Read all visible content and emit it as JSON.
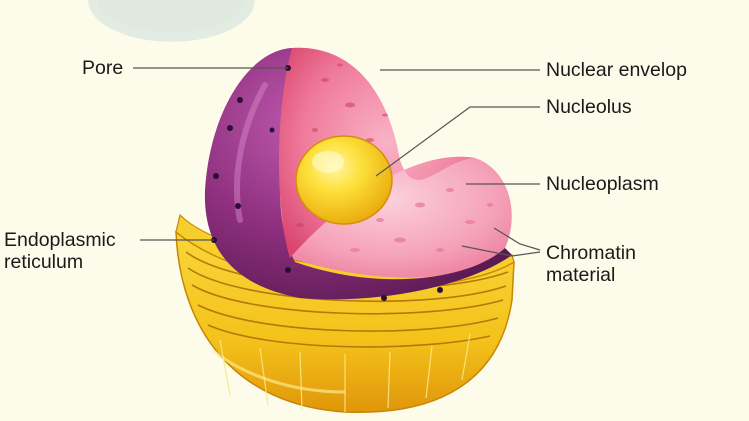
{
  "diagram": {
    "labels": {
      "pore": "Pore",
      "nuclear_envelope": "Nuclear envelop",
      "nucleolus": "Nucleolus",
      "nucleoplasm": "Nucleoplasm",
      "endoplasmic_reticulum": "Endoplasmic\nreticulum",
      "chromatin_material": "Chromatin\nmaterial"
    },
    "colors": {
      "background": "#fdfbe9",
      "envelope_outer": "#8a2f78",
      "envelope_inner": "#f06a8c",
      "nucleoplasm": "#f4a0b7",
      "nucleolus": "#f6d11a",
      "reticulum": "#f2c21c",
      "leader_line": "#555555"
    }
  }
}
